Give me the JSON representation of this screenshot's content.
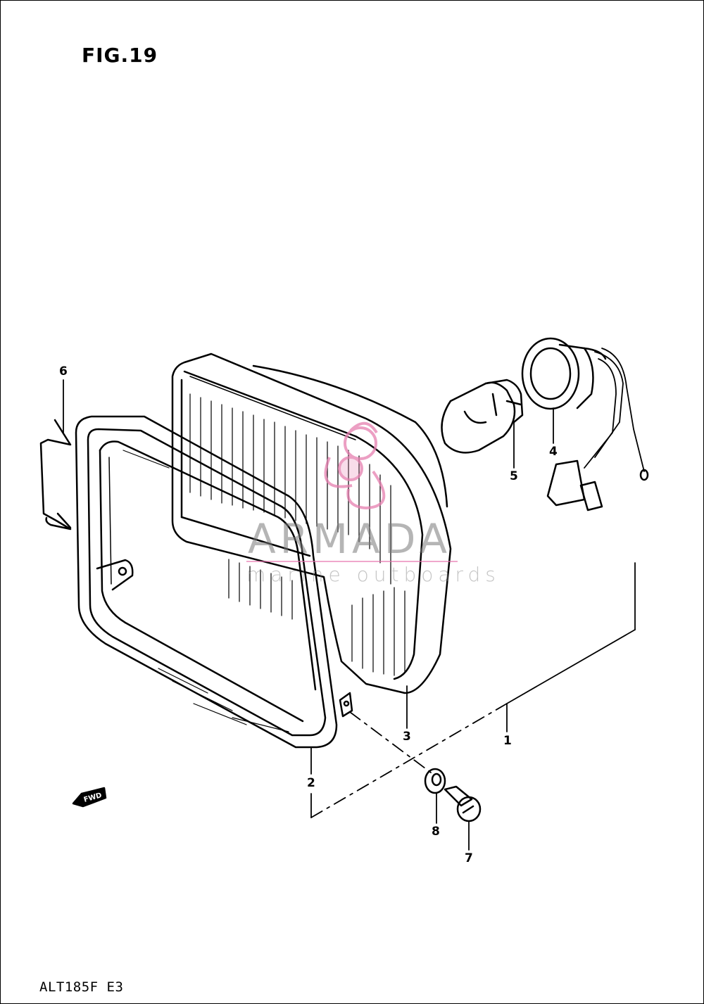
{
  "figure": {
    "title": "FIG.19",
    "model_code": "ALT185F  E3"
  },
  "watermark": {
    "brand": "ARMADA",
    "tagline": "marine outboards",
    "accent_color": "#e67fb0"
  },
  "direction_label": "FWD",
  "callouts": [
    {
      "id": "6",
      "label": "6"
    },
    {
      "id": "5",
      "label": "5"
    },
    {
      "id": "4",
      "label": "4"
    },
    {
      "id": "3",
      "label": "3"
    },
    {
      "id": "1",
      "label": "1"
    },
    {
      "id": "2",
      "label": "2"
    },
    {
      "id": "8",
      "label": "8"
    },
    {
      "id": "7",
      "label": "7"
    }
  ]
}
